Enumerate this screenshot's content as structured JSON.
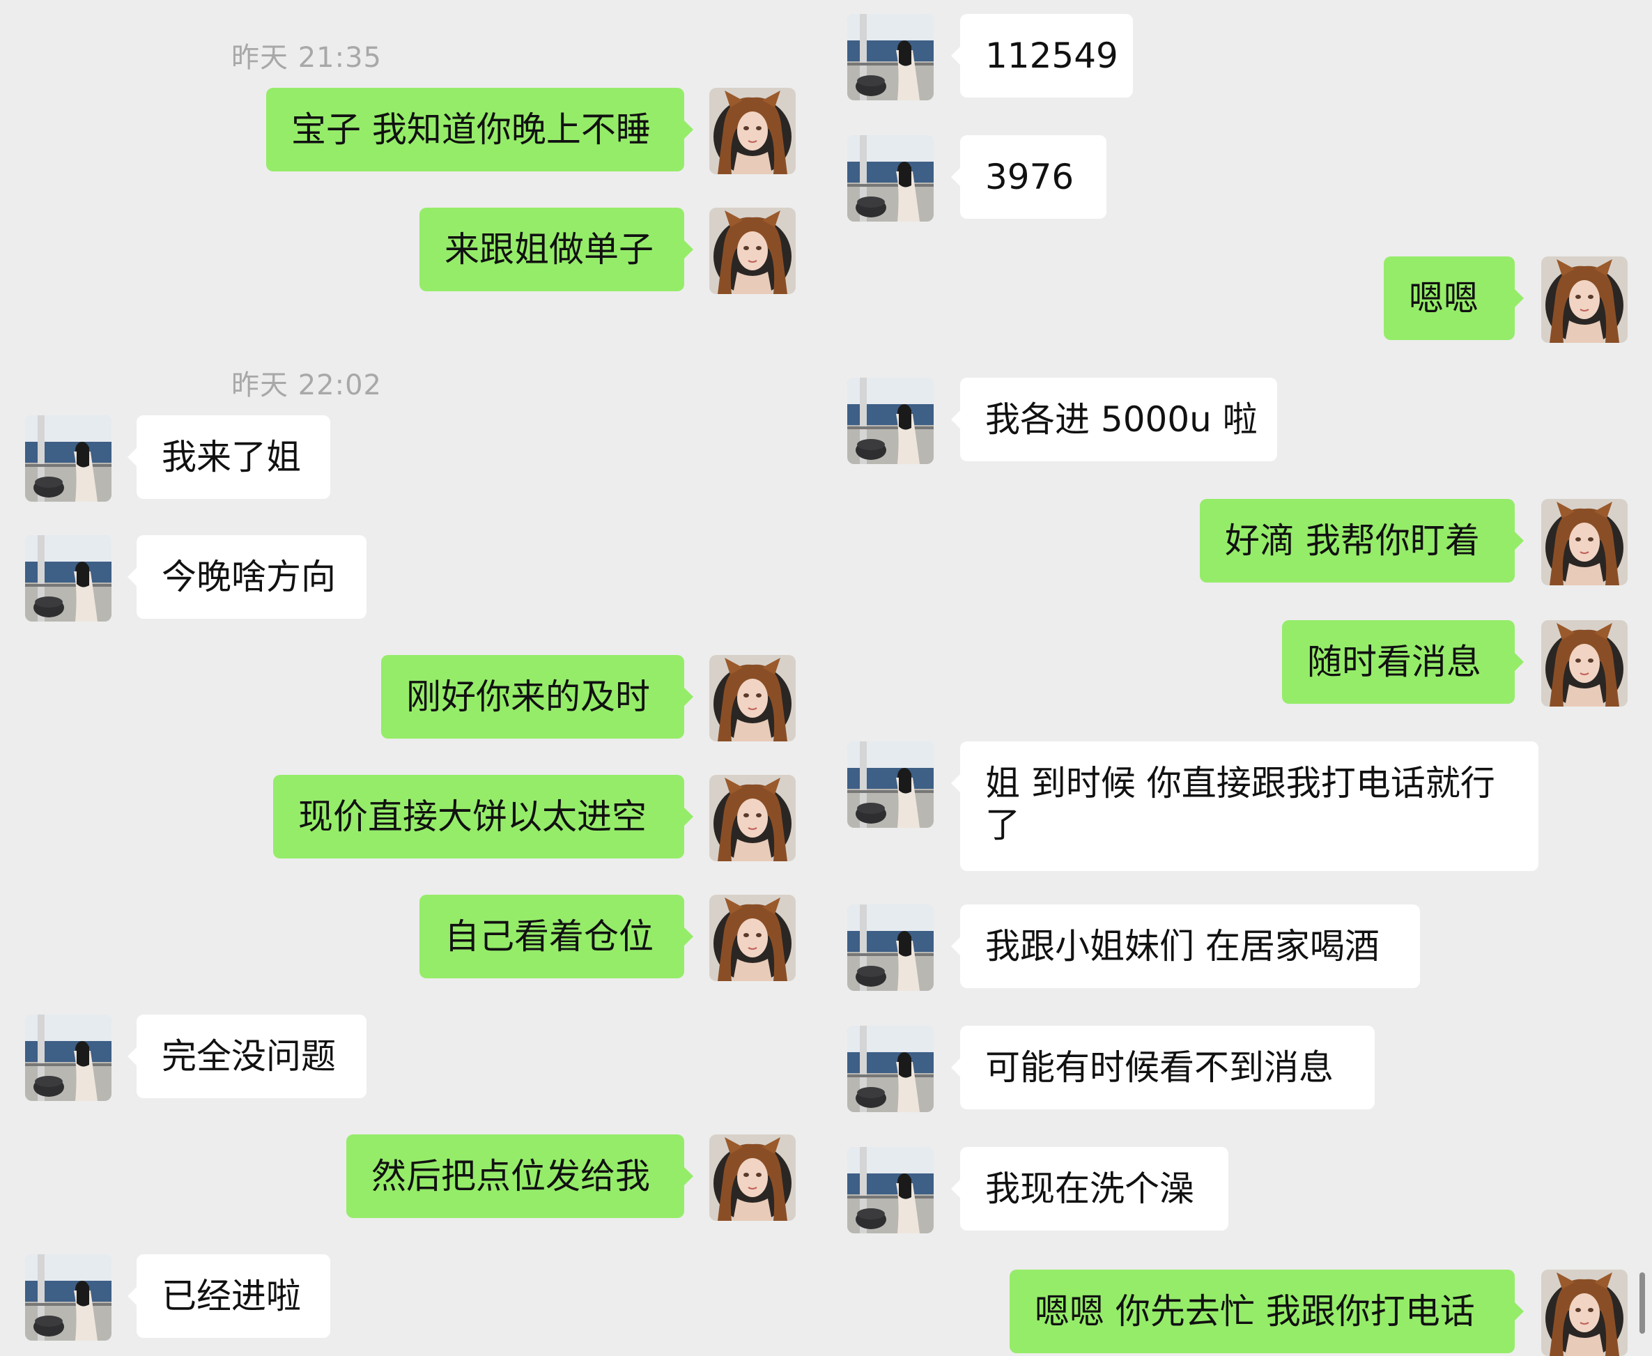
{
  "timestamps": [
    "昨天 21:35",
    "昨天 22:02"
  ],
  "left": [
    {
      "from": "me",
      "text": "宝子 我知道你晚上不睡"
    },
    {
      "from": "me",
      "text": "来跟姐做单子"
    },
    {
      "from": "other",
      "text": "我来了姐"
    },
    {
      "from": "other",
      "text": "今晚啥方向"
    },
    {
      "from": "me",
      "text": "刚好你来的及时"
    },
    {
      "from": "me",
      "text": "现价直接大饼以太进空"
    },
    {
      "from": "me",
      "text": "自己看着仓位"
    },
    {
      "from": "other",
      "text": "完全没问题"
    },
    {
      "from": "me",
      "text": "然后把点位发给我"
    },
    {
      "from": "other",
      "text": "已经进啦"
    }
  ],
  "right": [
    {
      "from": "other",
      "text": "112549"
    },
    {
      "from": "other",
      "text": "3976"
    },
    {
      "from": "me",
      "text": "嗯嗯"
    },
    {
      "from": "other",
      "text": "我各进 5000u 啦"
    },
    {
      "from": "me",
      "text": "好滴 我帮你盯着"
    },
    {
      "from": "me",
      "text": "随时看消息"
    },
    {
      "from": "other",
      "text": "姐 到时候 你直接跟我打电话就行了"
    },
    {
      "from": "other",
      "text": "我跟小姐妹们 在居家喝酒"
    },
    {
      "from": "other",
      "text": "可能有时候看不到消息"
    },
    {
      "from": "other",
      "text": "我现在洗个澡"
    },
    {
      "from": "me",
      "text": "嗯嗯 你先去忙 我跟你打电话"
    }
  ],
  "colors": {
    "sent_bubble": "#95ec69",
    "received_bubble": "#ffffff",
    "background": "#ededed"
  },
  "icons": {
    "me_avatar": "anime-girl-avatar",
    "other_avatar": "balcony-woman-avatar"
  }
}
